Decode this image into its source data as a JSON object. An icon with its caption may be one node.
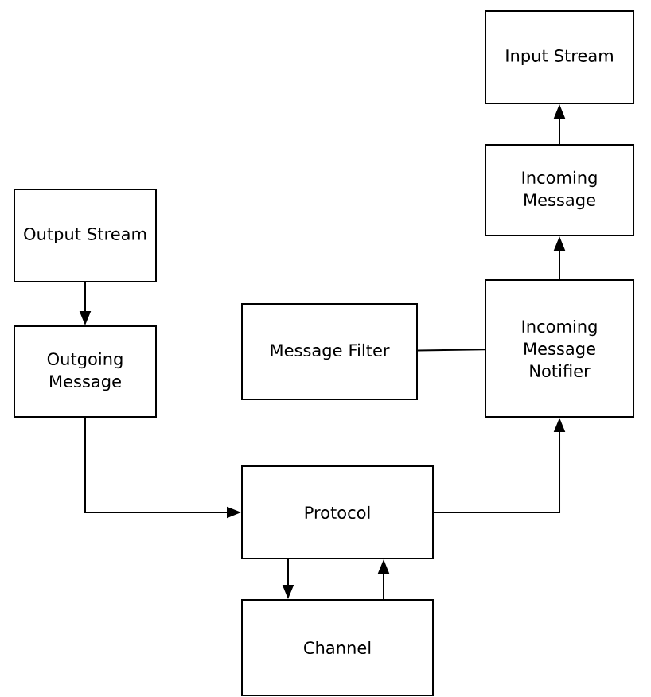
{
  "diagram": {
    "nodes": [
      {
        "text": [
          "Input Stream"
        ]
      },
      {
        "text": [
          "Output Stream"
        ]
      },
      {
        "text": [
          "Incoming Message"
        ]
      },
      {
        "text": [
          "Message Filter"
        ]
      },
      {
        "text": [
          "Incoming Message Notifier"
        ]
      },
      {
        "text": [
          "Outgoing Message"
        ]
      },
      {
        "text": [
          "Protocol"
        ]
      },
      {
        "text": [
          "Channel"
        ]
      }
    ],
    "edges": [
      {
        "from": 1,
        "to": 5,
        "arrow": "to"
      },
      {
        "from": 5,
        "to": 6,
        "arrow": "to"
      },
      {
        "from": 6,
        "to": 4,
        "arrow": "to"
      },
      {
        "from": 4,
        "to": 2,
        "arrow": "to"
      },
      {
        "from": 2,
        "to": 0,
        "arrow": "to"
      },
      {
        "from": 3,
        "to": 4,
        "arrow": "none"
      },
      {
        "from": 6,
        "to": 7,
        "arrow": "to"
      },
      {
        "from": 7,
        "to": 6,
        "arrow": "to"
      }
    ]
  }
}
